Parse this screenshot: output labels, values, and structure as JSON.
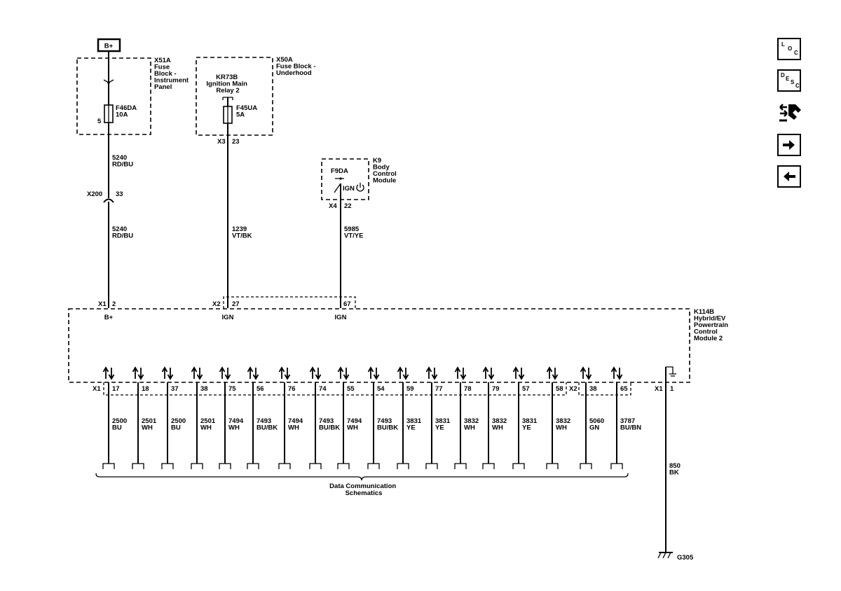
{
  "power": {
    "label": "B+"
  },
  "blocks": {
    "x51a": {
      "title": [
        "X51A",
        "Fuse",
        "Block -",
        "Instrument",
        "Panel"
      ],
      "fuse": [
        "F46DA",
        "10A"
      ],
      "pin": "5"
    },
    "x50a": {
      "title": [
        "X50A",
        "Fuse Block -",
        "Underhood"
      ],
      "relay": [
        "KR73B",
        "Ignition Main",
        "Relay 2"
      ],
      "fuse": [
        "F45UA",
        "5A"
      ],
      "conn": "X3",
      "pin": "23"
    },
    "k9": {
      "title": [
        "K9",
        "Body",
        "Control",
        "Module"
      ],
      "fuse": "F9DA",
      "ign": "IGN",
      "conn": "X4",
      "pin": "22"
    },
    "k114b": {
      "title": [
        "K114B",
        "Hybrid/EV",
        "Powertrain",
        "Control",
        "Module 2"
      ]
    }
  },
  "wires": {
    "w5240a": [
      "5240",
      "RD/BU"
    ],
    "w5240b": [
      "5240",
      "RD/BU"
    ],
    "w1239": [
      "1239",
      "VT/BK"
    ],
    "w5985": [
      "5985",
      "VT/YE"
    ],
    "w850": [
      "850",
      "BK"
    ]
  },
  "inline": {
    "conn": "X200",
    "pin": "33"
  },
  "inputs": [
    {
      "conn": "X1",
      "pin": "2",
      "label": "B+"
    },
    {
      "conn": "X2",
      "pin": "27",
      "label": "IGN"
    },
    {
      "conn": "",
      "pin": "67",
      "label": "IGN"
    }
  ],
  "bottom": {
    "x1": "X1",
    "x2": "X2",
    "pins": [
      {
        "pin": "17",
        "circuit": "2500",
        "color": "BU"
      },
      {
        "pin": "18",
        "circuit": "2501",
        "color": "WH"
      },
      {
        "pin": "37",
        "circuit": "2500",
        "color": "BU"
      },
      {
        "pin": "38",
        "circuit": "2501",
        "color": "WH"
      },
      {
        "pin": "75",
        "circuit": "7494",
        "color": "WH"
      },
      {
        "pin": "56",
        "circuit": "7493",
        "color": "BU/BK"
      },
      {
        "pin": "76",
        "circuit": "7494",
        "color": "WH"
      },
      {
        "pin": "74",
        "circuit": "7493",
        "color": "BU/BK"
      },
      {
        "pin": "55",
        "circuit": "7494",
        "color": "WH"
      },
      {
        "pin": "54",
        "circuit": "7493",
        "color": "BU/BK"
      },
      {
        "pin": "59",
        "circuit": "3831",
        "color": "YE"
      },
      {
        "pin": "77",
        "circuit": "3831",
        "color": "YE"
      },
      {
        "pin": "78",
        "circuit": "3832",
        "color": "WH"
      },
      {
        "pin": "79",
        "circuit": "3832",
        "color": "WH"
      },
      {
        "pin": "57",
        "circuit": "3831",
        "color": "YE"
      },
      {
        "pin": "58",
        "circuit": "3832",
        "color": "WH"
      },
      {
        "pin": "38",
        "circuit": "5060",
        "color": "GN"
      },
      {
        "pin": "65",
        "circuit": "3787",
        "color": "BU/BN"
      }
    ],
    "ground_conn": "X1",
    "ground_pin": "1"
  },
  "data_comm": [
    "Data Communication",
    "Schematics"
  ],
  "ground": {
    "label": "G305"
  },
  "nav": {
    "loc": [
      "L",
      "O",
      "C"
    ],
    "desc": [
      "D",
      "E",
      "S",
      "C"
    ]
  }
}
